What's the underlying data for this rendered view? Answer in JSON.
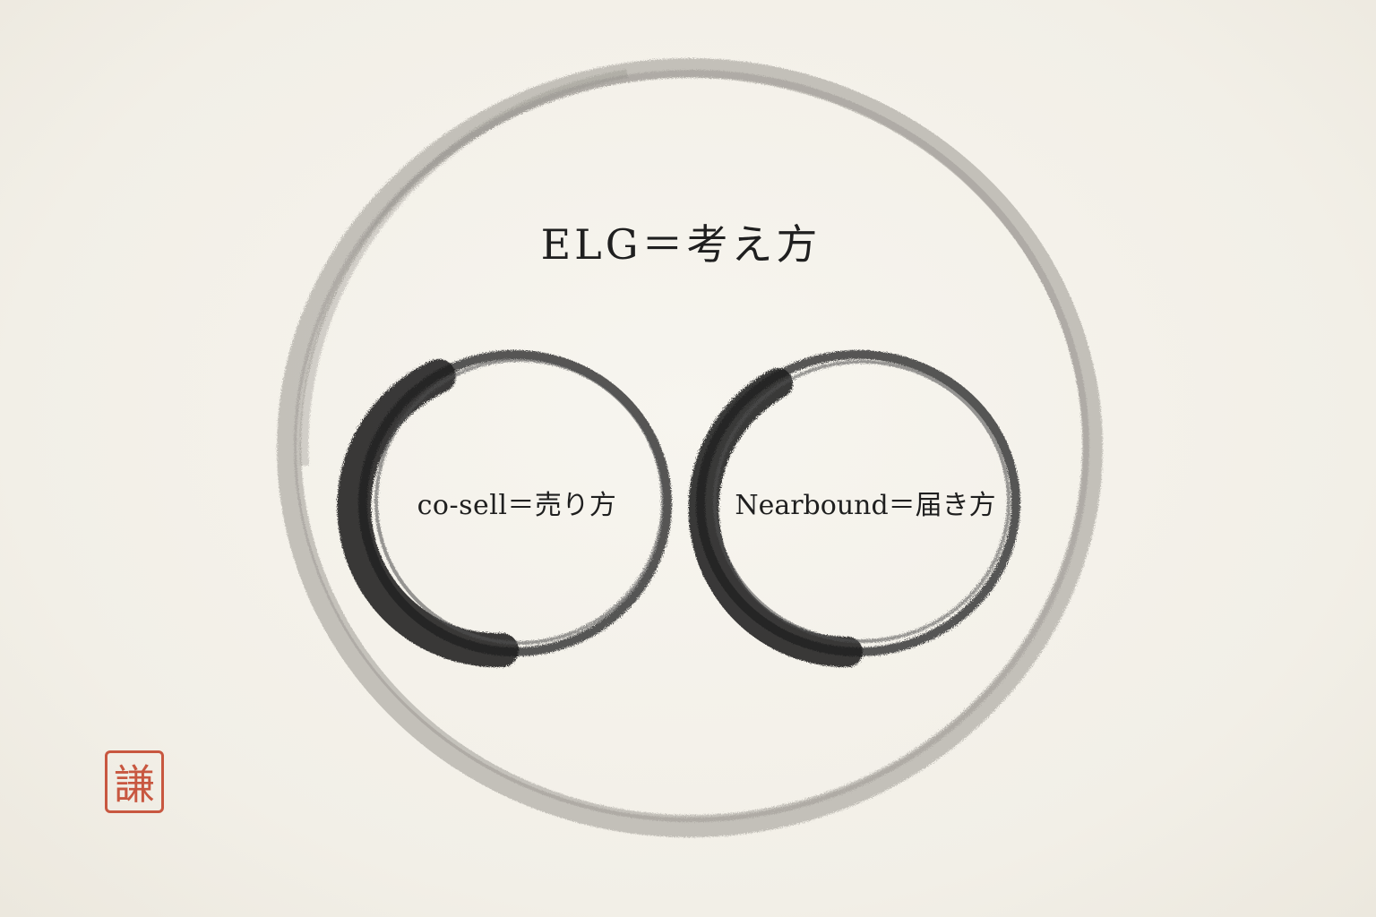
{
  "title": "ELG＝考え方",
  "circles": [
    {
      "id": "left",
      "label": "co-sell＝売り方"
    },
    {
      "id": "right",
      "label": "Nearbound＝届き方"
    }
  ],
  "seal": {
    "glyph": "謙",
    "color": "#c4472f"
  },
  "colors": {
    "background": "#f4f1ea",
    "outer_ink": "#a9a6a0",
    "inner_ink": "#2a2a2a"
  }
}
